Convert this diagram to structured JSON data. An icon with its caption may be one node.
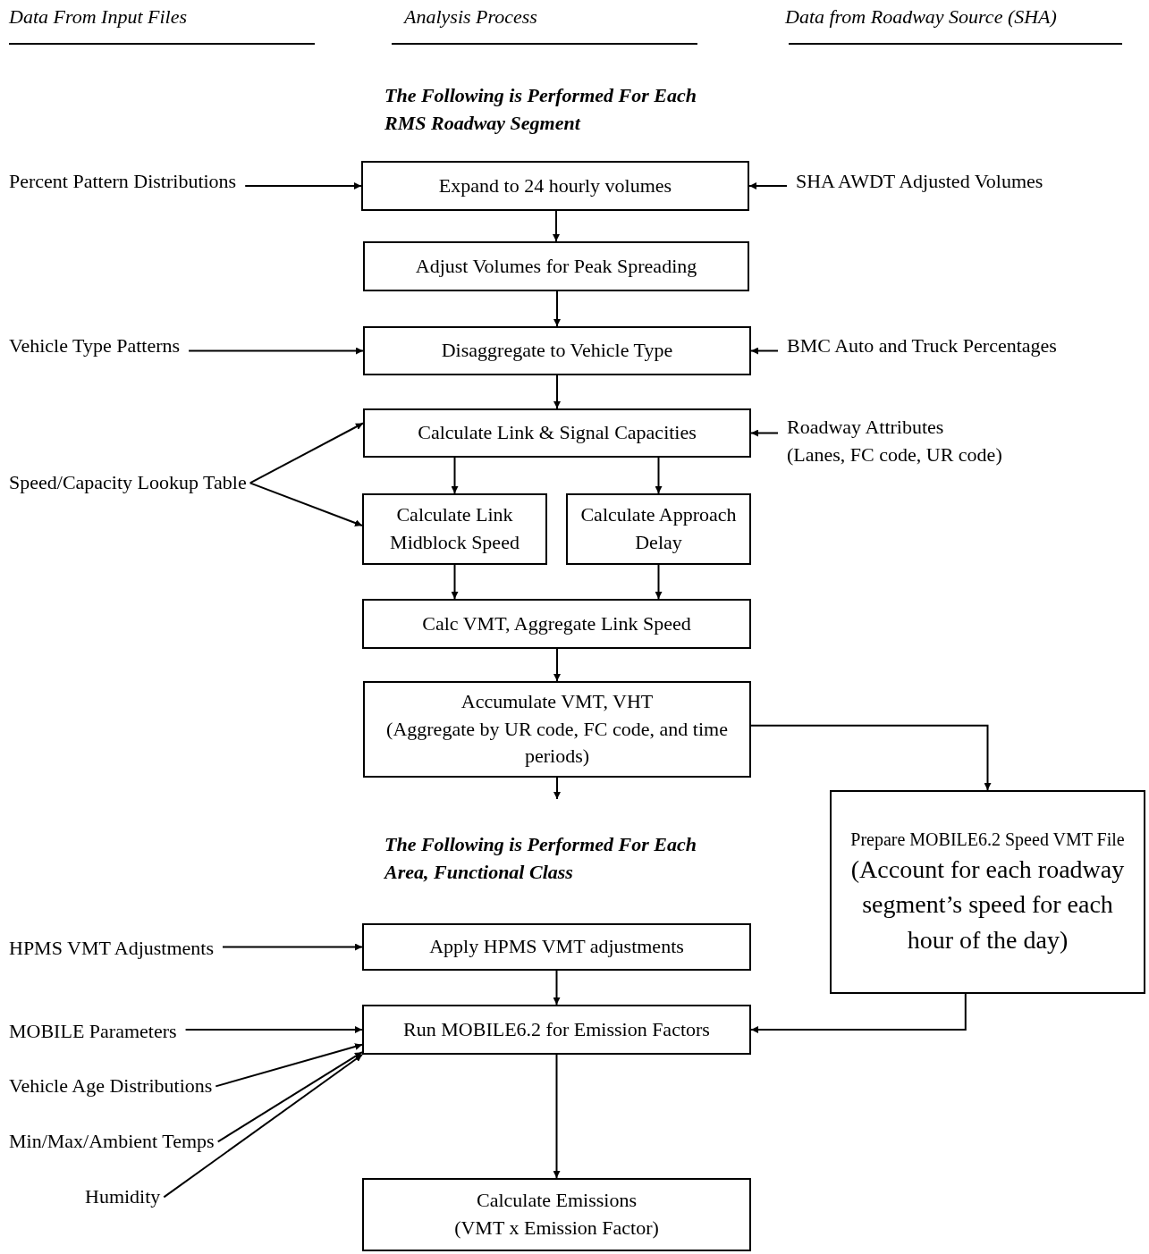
{
  "diagram": {
    "nodes": [
      {
        "text": [
          "Percent Pattern Distributions"
        ]
      },
      {
        "text": [
          "Expand to 24 hourly volumes"
        ]
      },
      {
        "text": [
          "SHA AWDT Adjusted Volumes"
        ]
      },
      {
        "text": [
          "Adjust Volumes for Peak Spreading"
        ]
      },
      {
        "text": [
          "Vehicle Type Patterns"
        ]
      },
      {
        "text": [
          "Disaggregate to Vehicle Type"
        ]
      },
      {
        "text": [
          "BMC Auto and Truck Percentages"
        ]
      },
      {
        "text": [
          "Calculate Link & Signal Capacities"
        ]
      },
      {
        "text": [
          "Roadway Attributes",
          "(Lanes, FC code, UR code)"
        ]
      },
      {
        "text": [
          "Speed/Capacity Lookup Table"
        ]
      },
      {
        "text": [
          "Calculate Link Midblock Speed"
        ]
      },
      {
        "text": [
          "Calculate Approach Delay"
        ]
      },
      {
        "text": [
          "Calc VMT, Aggregate Link Speed"
        ]
      },
      {
        "text": [
          "Accumulate VMT, VHT",
          "(Aggregate by UR code, FC code, and time periods)"
        ]
      },
      {
        "text": [
          "Prepare MOBILE6.2 Speed VMT File",
          "(Account for each roadway segment’s speed for each hour of the day)"
        ]
      },
      {
        "text": [
          "HPMS VMT Adjustments"
        ]
      },
      {
        "text": [
          "Apply HPMS VMT adjustments"
        ]
      },
      {
        "text": [
          "MOBILE Parameters"
        ]
      },
      {
        "text": [
          "Run MOBILE6.2 for Emission Factors"
        ]
      },
      {
        "text": [
          "Vehicle Age Distributions"
        ]
      },
      {
        "text": [
          "Min/Max/Ambient Temps"
        ]
      },
      {
        "text": [
          "Humidity"
        ]
      },
      {
        "text": [
          "Calculate Emissions",
          "(VMT x Emission Factor)"
        ]
      }
    ],
    "edges": [
      {
        "from": 0,
        "to": 1,
        "arrow": "to"
      },
      {
        "from": 2,
        "to": 1,
        "arrow": "to"
      },
      {
        "from": 1,
        "to": 3,
        "arrow": "to"
      },
      {
        "from": 3,
        "to": 5,
        "arrow": "to"
      },
      {
        "from": 4,
        "to": 5,
        "arrow": "to"
      },
      {
        "from": 6,
        "to": 5,
        "arrow": "to"
      },
      {
        "from": 5,
        "to": 7,
        "arrow": "to"
      },
      {
        "from": 8,
        "to": 7,
        "arrow": "to"
      },
      {
        "from": 9,
        "to": 7,
        "arrow": "to"
      },
      {
        "from": 9,
        "to": 10,
        "arrow": "to"
      },
      {
        "from": 7,
        "to": 10,
        "arrow": "to"
      },
      {
        "from": 7,
        "to": 11,
        "arrow": "to"
      },
      {
        "from": 10,
        "to": 12,
        "arrow": "to"
      },
      {
        "from": 11,
        "to": 12,
        "arrow": "to"
      },
      {
        "from": 12,
        "to": 13,
        "arrow": "to"
      },
      {
        "from": 13,
        "to": 14,
        "arrow": "to"
      },
      {
        "from": 13,
        "to": null,
        "arrow": "to"
      },
      {
        "from": 15,
        "to": 16,
        "arrow": "to"
      },
      {
        "from": 16,
        "to": 18,
        "arrow": "to"
      },
      {
        "from": 17,
        "to": 18,
        "arrow": "to"
      },
      {
        "from": 19,
        "to": 18,
        "arrow": "to"
      },
      {
        "from": 20,
        "to": 18,
        "arrow": "to"
      },
      {
        "from": 21,
        "to": 18,
        "arrow": "to"
      },
      {
        "from": 14,
        "to": 18,
        "arrow": "to"
      },
      {
        "from": 18,
        "to": 22,
        "arrow": "to"
      }
    ],
    "labels": [
      "Data From Input Files",
      "Analysis Process",
      "Data from Roadway Source (SHA)",
      "The Following is Performed For Each RMS Roadway Segment",
      "The Following is Performed For Each Area, Functional Class"
    ]
  }
}
